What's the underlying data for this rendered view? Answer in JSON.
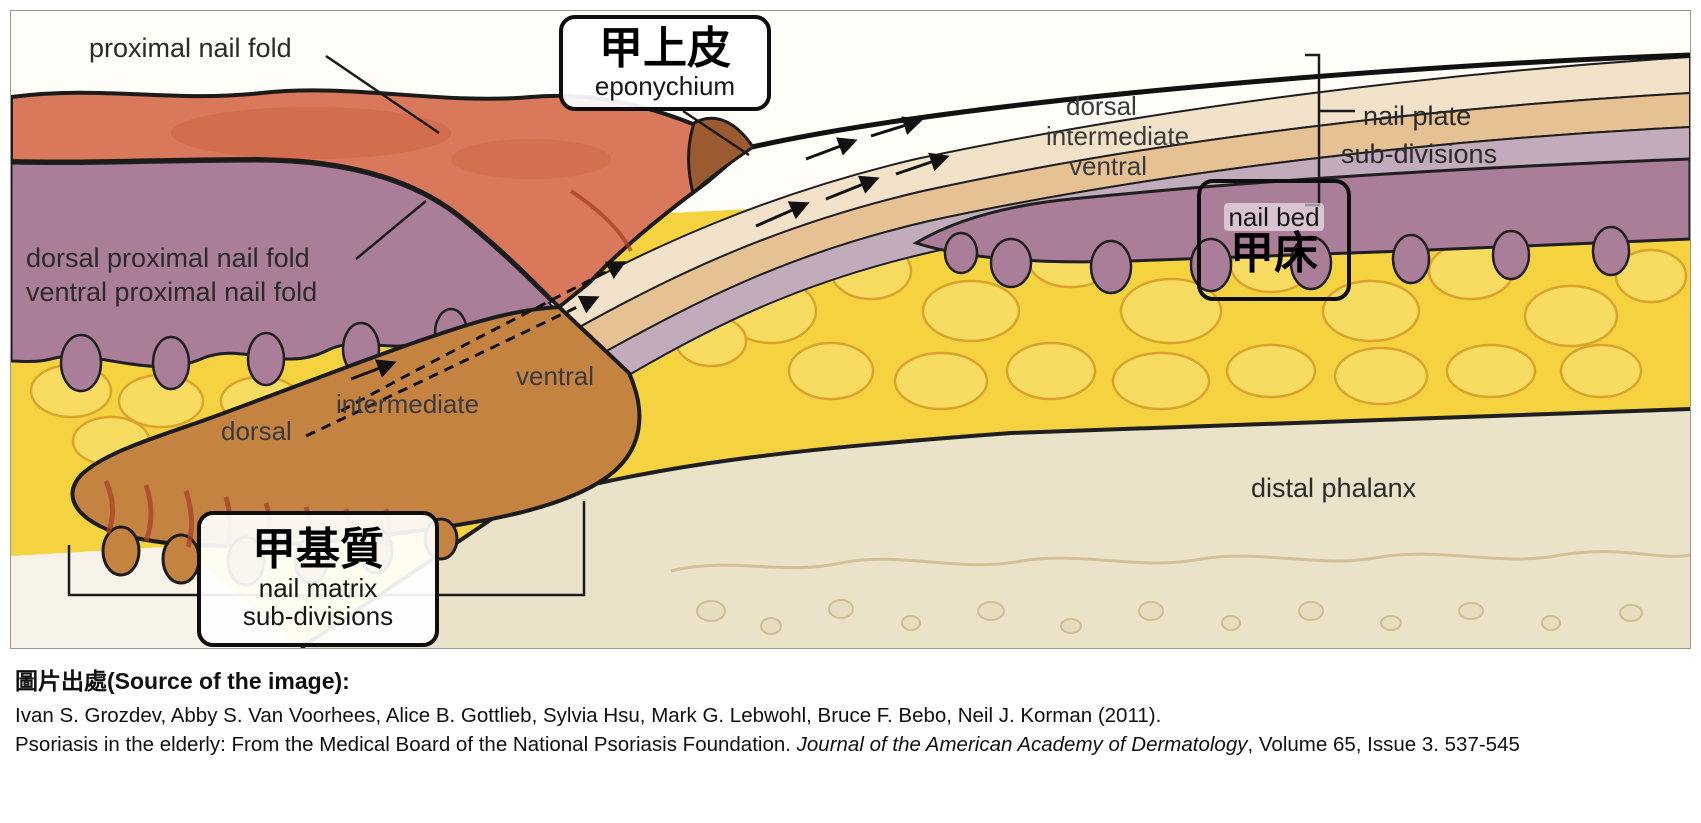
{
  "figure": {
    "labels": {
      "proximal_nail_fold": "proximal nail fold",
      "eponychium_zh": "甲上皮",
      "eponychium_en": "eponychium",
      "plate_layer_dorsal": "dorsal",
      "plate_layer_intermediate": "intermediate",
      "plate_layer_ventral": "ventral",
      "nail_plate": "nail plate",
      "nail_plate_subdivisions": "sub-divisions",
      "nail_bed_en": "nail bed",
      "nail_bed_zh": "甲床",
      "dorsal_proximal_nail_fold": "dorsal proximal nail fold",
      "ventral_proximal_nail_fold": "ventral proximal nail fold",
      "matrix_layer_ventral": "ventral",
      "matrix_layer_intermediate": "intermediate",
      "matrix_layer_dorsal": "dorsal",
      "nail_matrix_zh": "甲基質",
      "nail_matrix_en": "nail matrix",
      "nail_matrix_subdivisions": "sub-divisions",
      "distal_phalanx": "distal phalanx"
    },
    "colors": {
      "proximal_fold_salmon": "#d9785a",
      "epithelium_purple": "#aa7d99",
      "dermis_yellow": "#f5d23f",
      "matrix_brown": "#c58342",
      "plate_dorsal_cream": "#f2e2ca",
      "plate_intermediate_tan": "#e5c193",
      "plate_ventral_mauve": "#c2acbc",
      "phalanx_beige": "#ebe2ca",
      "outline": "#1b1b1b"
    }
  },
  "source": {
    "heading": "圖片出處(Source of the image):",
    "authors": "Ivan S. Grozdev, Abby S. Van Voorhees, Alice B. Gottlieb, Sylvia Hsu, Mark G. Lebwohl, Bruce F. Bebo, Neil J. Korman (2011).",
    "article_title": "Psoriasis in the elderly: From the Medical Board of the National Psoriasis Foundation. ",
    "journal": "Journal of the American Academy of Dermatology",
    "volume_pages": ", Volume 65, Issue 3. 537-545"
  }
}
